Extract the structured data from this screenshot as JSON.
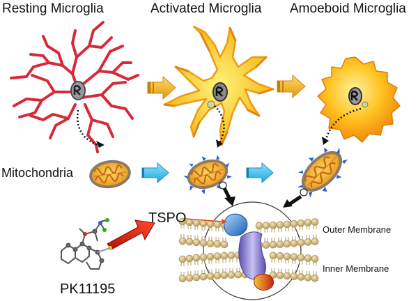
{
  "titles": {
    "resting": "Resting Microglia",
    "activated": "Activated Microglia",
    "amoeboid": "Amoeboid Microglia"
  },
  "labels": {
    "mitochondria": "Mitochondria",
    "tspo": "TSPO",
    "outer_membrane": "Outer Membrane",
    "inner_membrane": "Inner Membrane",
    "ligand": "PK11195"
  },
  "colors": {
    "resting_cell": "#d8293a",
    "activated_cell": "#f6c21c",
    "amoeboid_cell": "#f7a51a",
    "stage_arrow": "#f3b21d",
    "mito_arrow": "#33bde8",
    "mito_body": "#f2b33b",
    "mito_cristae": "#c0641d",
    "tspo_outer": "#2e78c8",
    "tspo_channel": "#7f74c6",
    "tspo_inner": "#cc2c1c",
    "membrane_bead": "#d8c08a",
    "ligand_arrow": "#e02a1a"
  }
}
